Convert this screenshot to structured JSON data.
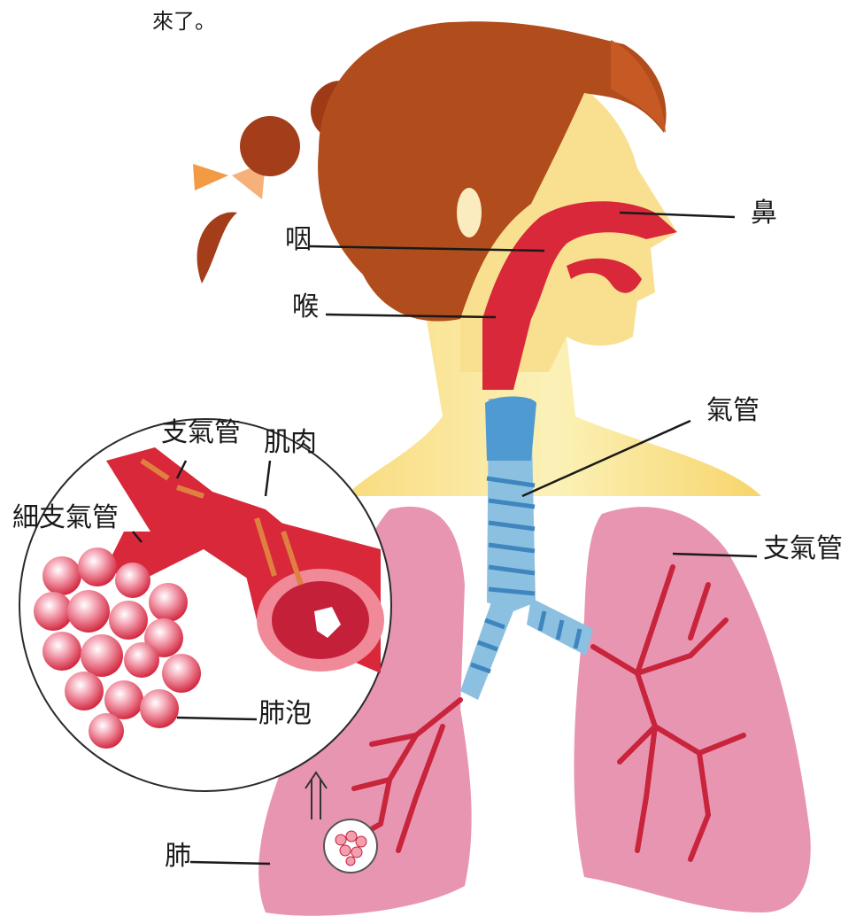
{
  "top_text": "來了。",
  "labels": {
    "nose": "鼻",
    "pharynx": "咽",
    "larynx": "喉",
    "trachea": "氣管",
    "bronchus_right": "支氣管",
    "bronchus_inset": "支氣管",
    "muscle": "肌肉",
    "bronchiole": "細支氣管",
    "alveoli": "肺泡",
    "lung": "肺"
  },
  "colors": {
    "hair": "#b4501e",
    "skin": "#f6d36a",
    "airway": "#d8283a",
    "trachea_ring": "#6ab0d8",
    "lung": "#e58aa8",
    "alveoli": "#d8283a"
  }
}
